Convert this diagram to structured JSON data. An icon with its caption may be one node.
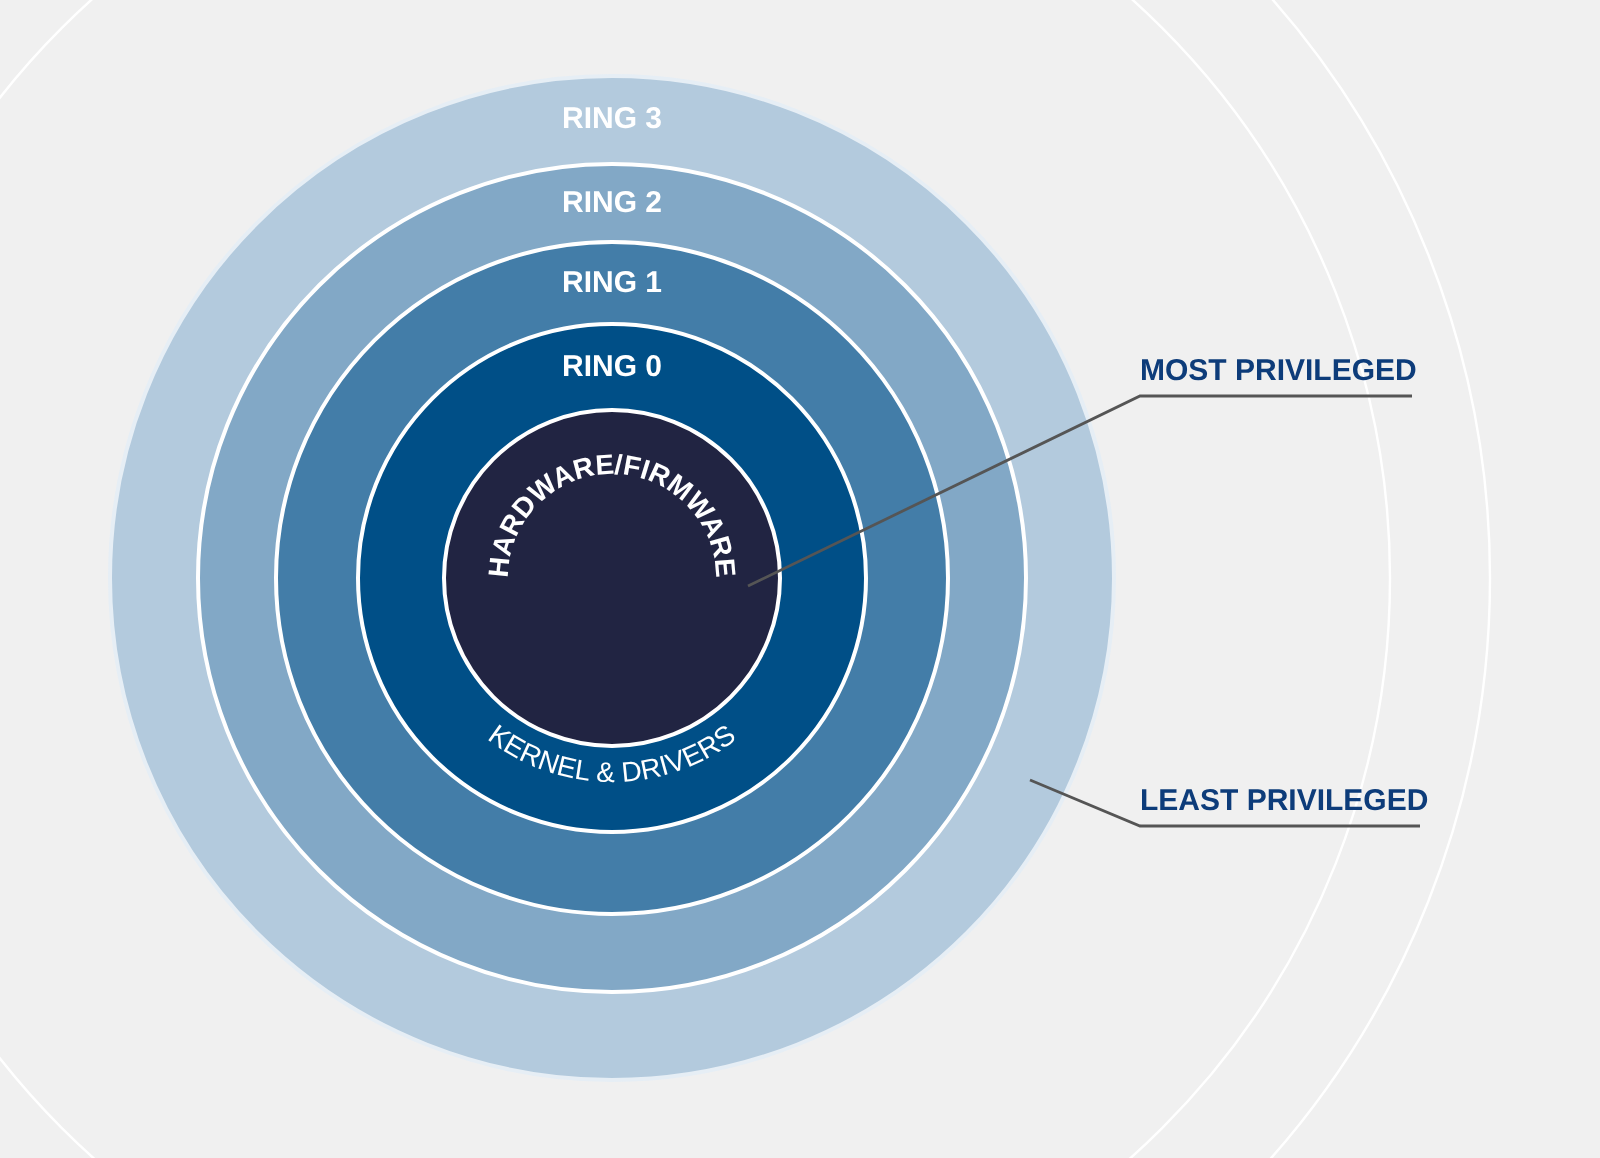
{
  "diagram": {
    "nodes": [
      {
        "text": [
          "RING 3"
        ]
      },
      {
        "text": [
          "RING 2"
        ],
        "in": 0
      },
      {
        "text": [
          "RING 1"
        ],
        "in": 1
      },
      {
        "text": [
          "RING 0",
          "KERNEL & DRIVERS"
        ],
        "in": 2
      },
      {
        "text": [
          "HARDWARE/FIRMWARE"
        ],
        "in": 3
      },
      {
        "text": [
          "MOST PRIVILEGED"
        ]
      },
      {
        "text": [
          "LEAST PRIVILEGED"
        ]
      }
    ],
    "edges": [
      {
        "from": 5,
        "to": 4,
        "arrow": "none"
      },
      {
        "from": 6,
        "to": 0,
        "arrow": "none"
      }
    ]
  }
}
